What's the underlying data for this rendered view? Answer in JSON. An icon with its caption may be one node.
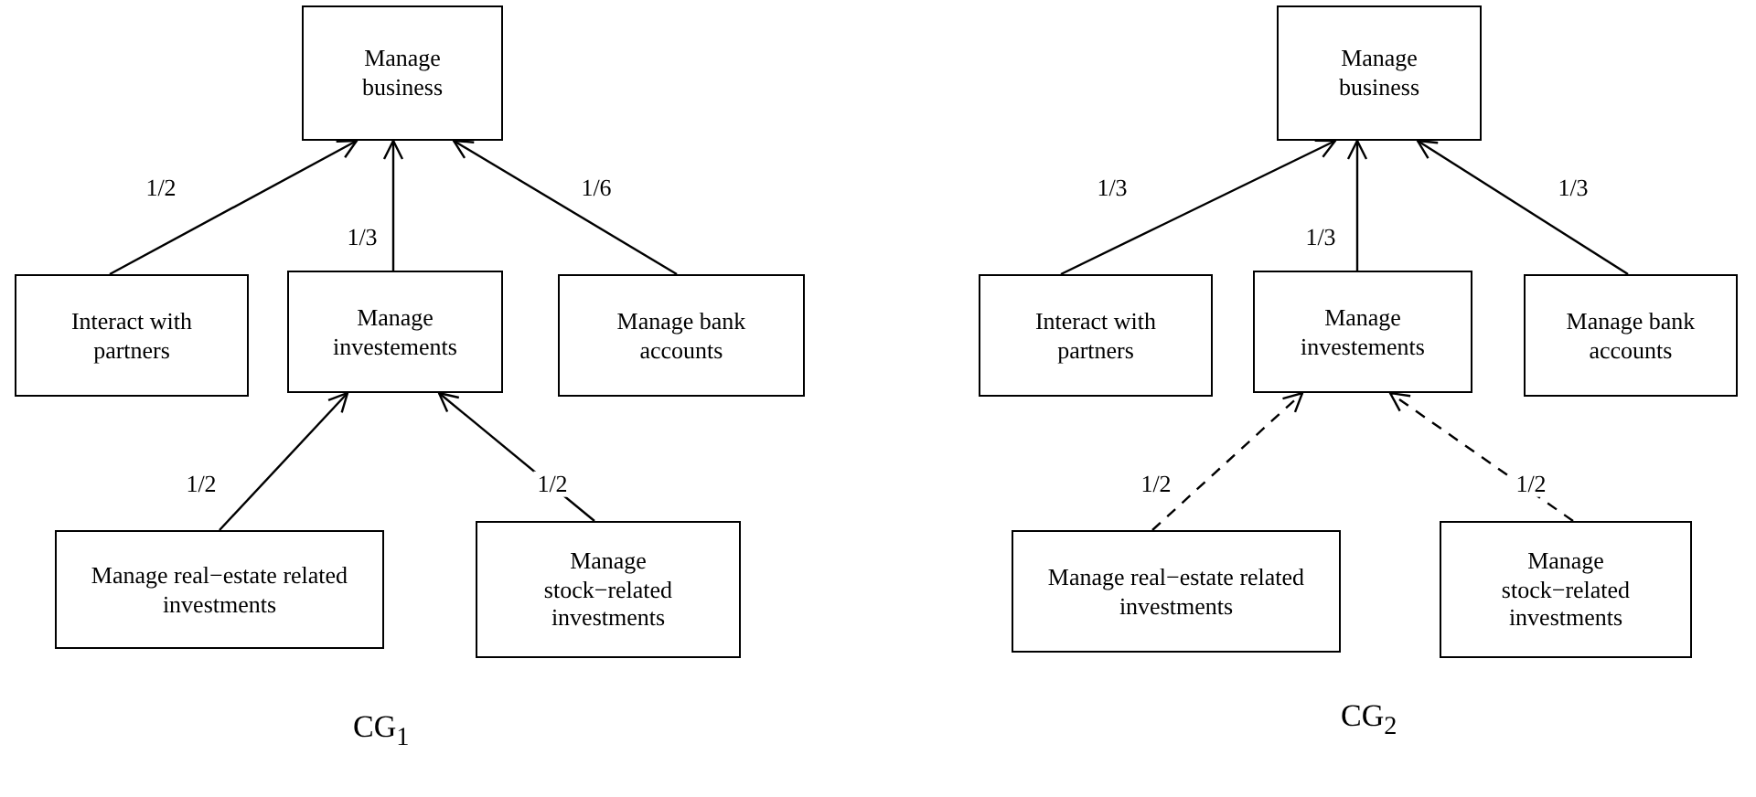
{
  "diagram": {
    "nodes": [
      {
        "text": [
          "Manage business"
        ]
      },
      {
        "text": [
          "Interact with partners"
        ]
      },
      {
        "text": [
          "Manage investements"
        ]
      },
      {
        "text": [
          "Manage bank accounts"
        ]
      },
      {
        "text": [
          "Manage real−estate related investments"
        ]
      },
      {
        "text": [
          "Manage stock−related investments"
        ]
      },
      {
        "text": [
          "Manage business"
        ]
      },
      {
        "text": [
          "Interact with partners"
        ]
      },
      {
        "text": [
          "Manage investements"
        ]
      },
      {
        "text": [
          "Manage bank accounts"
        ]
      },
      {
        "text": [
          "Manage real−estate related investments"
        ]
      },
      {
        "text": [
          "Manage stock−related investments"
        ]
      }
    ],
    "edges": [
      {
        "from": 1,
        "to": 0,
        "arrow": "to",
        "label": "1/2"
      },
      {
        "from": 2,
        "to": 0,
        "arrow": "to",
        "label": "1/3"
      },
      {
        "from": 3,
        "to": 0,
        "arrow": "to",
        "label": "1/6"
      },
      {
        "from": 4,
        "to": 2,
        "arrow": "to",
        "label": "1/2"
      },
      {
        "from": 5,
        "to": 2,
        "arrow": "to",
        "label": "1/2"
      },
      {
        "from": 7,
        "to": 6,
        "arrow": "to",
        "label": "1/3"
      },
      {
        "from": 8,
        "to": 6,
        "arrow": "to",
        "label": "1/3"
      },
      {
        "from": 9,
        "to": 6,
        "arrow": "to",
        "label": "1/3"
      },
      {
        "from": 10,
        "to": 8,
        "arrow": "to",
        "label": "1/2",
        "style": "dashed"
      },
      {
        "from": 11,
        "to": 8,
        "arrow": "to",
        "label": "1/2",
        "style": "dashed"
      }
    ],
    "labels": [
      "CG$_{1}$",
      "CG$_{2}$"
    ]
  }
}
